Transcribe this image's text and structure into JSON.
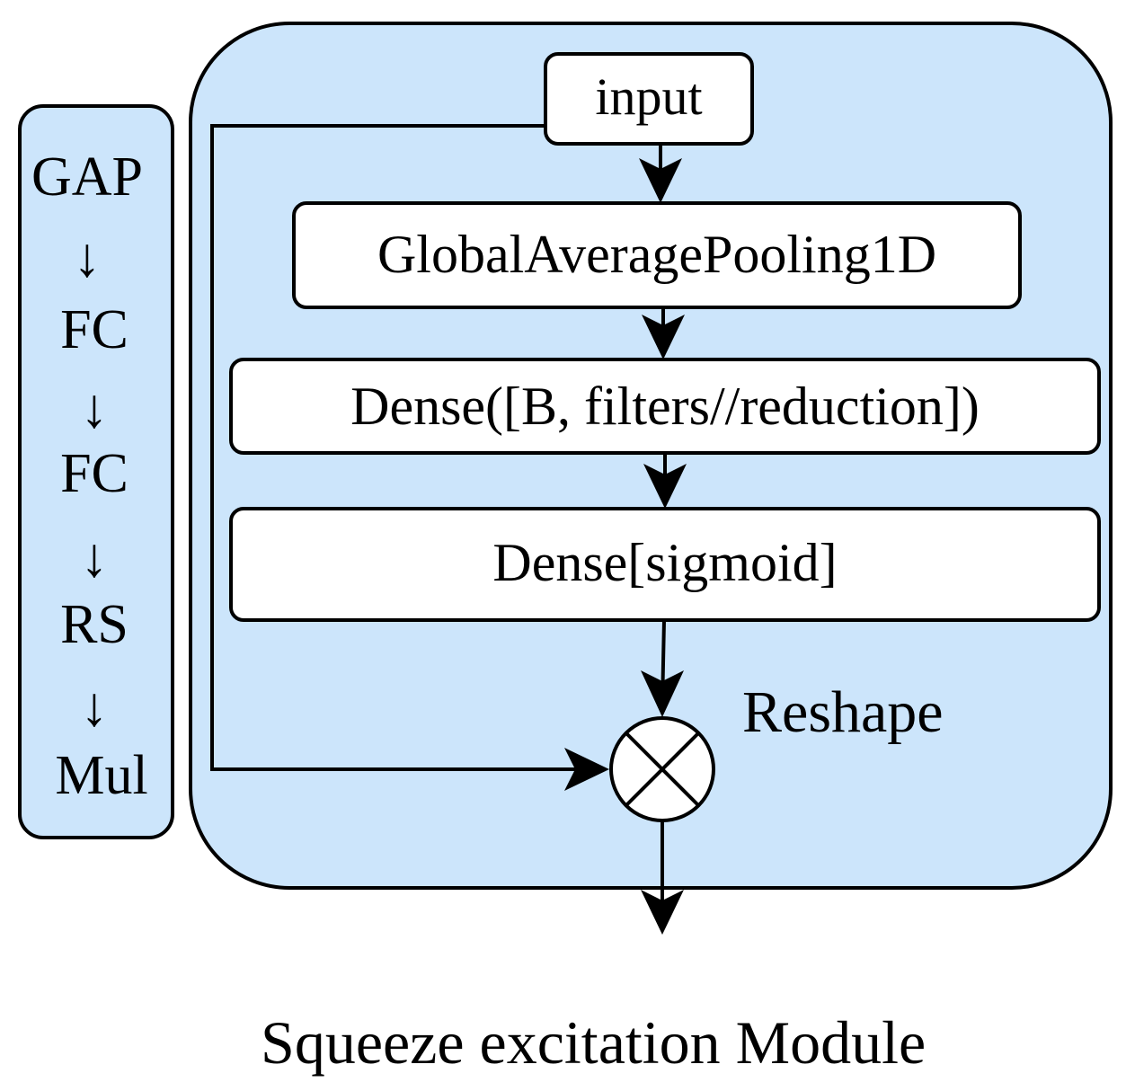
{
  "side_panel": {
    "steps": [
      "GAP",
      "↓",
      "FC",
      "↓",
      "FC",
      "↓",
      "RS",
      "↓",
      "Mul"
    ]
  },
  "module": {
    "nodes": {
      "input": "input",
      "gap": "GlobalAveragePooling1D",
      "dense_reduction": "Dense([B, filters//reduction])",
      "dense_sigmoid": "Dense[sigmoid]"
    },
    "reshape_label": "Reshape",
    "multiply_symbol": "multiply-icon"
  },
  "caption": "Squeeze excitation Module",
  "colors": {
    "panel_fill": "#cce5fb",
    "stroke": "#000000",
    "box_fill": "#ffffff"
  }
}
